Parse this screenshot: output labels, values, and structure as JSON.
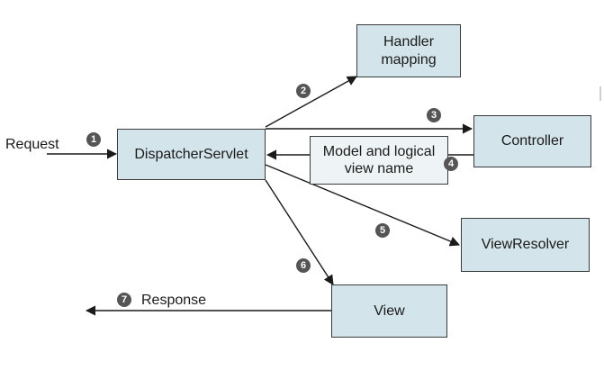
{
  "nodes": {
    "dispatcher": "DispatcherServlet",
    "handler_mapping": "Handler\nmapping",
    "controller": "Controller",
    "model_view": "Model and logical\nview name",
    "view_resolver": "ViewResolver",
    "view": "View"
  },
  "labels": {
    "request": "Request",
    "response": "Response"
  },
  "steps": [
    "1",
    "2",
    "3",
    "4",
    "5",
    "6",
    "7"
  ],
  "colors": {
    "box_fill": "#d3e4ea",
    "model_box_fill": "#eef4f6",
    "badge": "#555555",
    "line": "#1a1a1a"
  }
}
